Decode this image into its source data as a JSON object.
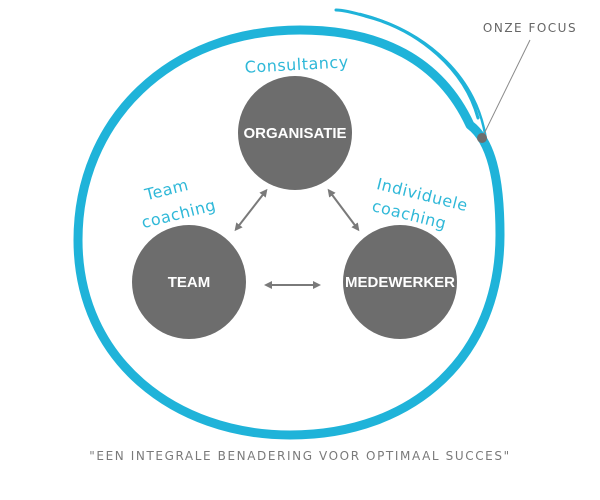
{
  "nodes": {
    "organisatie": "ORGANISATIE",
    "team": "TEAM",
    "medewerker": "MEDEWERKER"
  },
  "labels": {
    "consultancy": "Consultancy",
    "team_line1": "Team",
    "team_line2": "coaching",
    "individueel_line1": "Individuele",
    "individueel_line2": "coaching"
  },
  "focus_label": "ONZE FOCUS",
  "quote": "\"EEN INTEGRALE BENADERING VOOR OPTIMAAL SUCCES\"",
  "colors": {
    "ring": "#1fb3d9",
    "node_fill": "#6d6d6d",
    "arrow": "#7a7a7a",
    "label_text": "#2fb8d8",
    "annotation": "#666666"
  }
}
